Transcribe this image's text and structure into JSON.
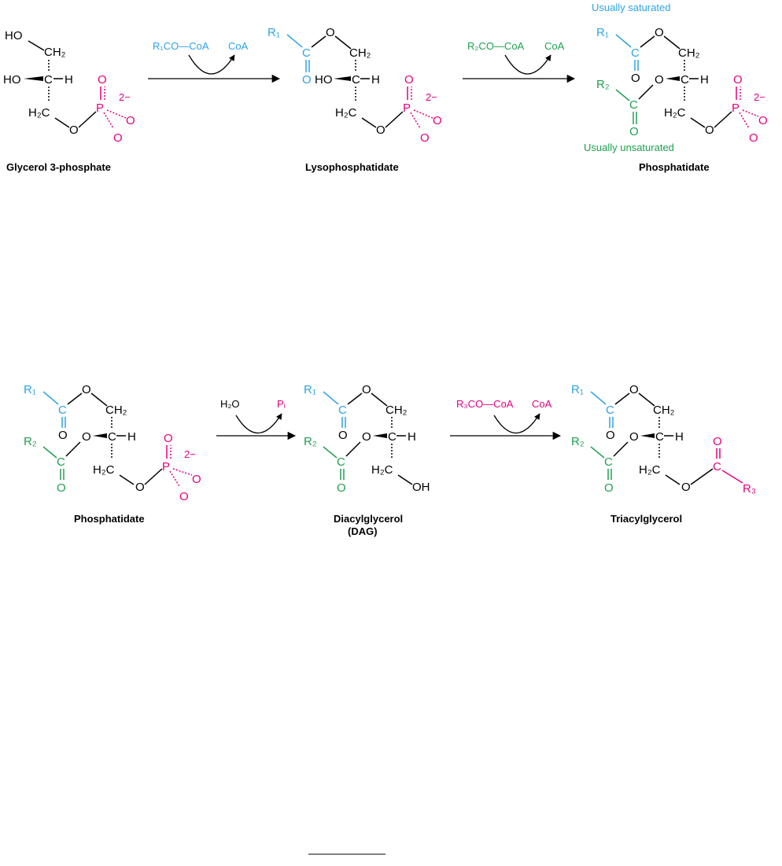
{
  "colors": {
    "black": "#000000",
    "r1_blue": "#2ea3e6",
    "r2_green": "#1fa050",
    "r3_pink": "#e6007e"
  },
  "compounds": {
    "glycerol3p": "Glycerol 3-phosphate",
    "lysopa": "Lysophosphatidate",
    "pa": "Phosphatidate",
    "dag_line1": "Diacylglycerol",
    "dag_line2": "(DAG)",
    "tag": "Triacylglycerol"
  },
  "notes": {
    "saturated": "Usually saturated",
    "unsaturated": "Usually unsaturated"
  },
  "reactions": {
    "step1_in": "R₁CO—CoA",
    "step1_out": "CoA",
    "step2_in": "R₂CO—CoA",
    "step2_out": "CoA",
    "step3_in": "H₂O",
    "step3_out": "Pᵢ",
    "step4_in": "R₃CO—CoA",
    "step4_out": "CoA"
  },
  "atoms": {
    "HO": "HO",
    "OH": "OH",
    "O": "O",
    "C": "C",
    "H": "H",
    "CH2": "CH₂",
    "H2C": "H₂C",
    "P": "P",
    "charge": "2−",
    "R1": "R₁",
    "R2": "R₂",
    "R3": "R₃"
  }
}
